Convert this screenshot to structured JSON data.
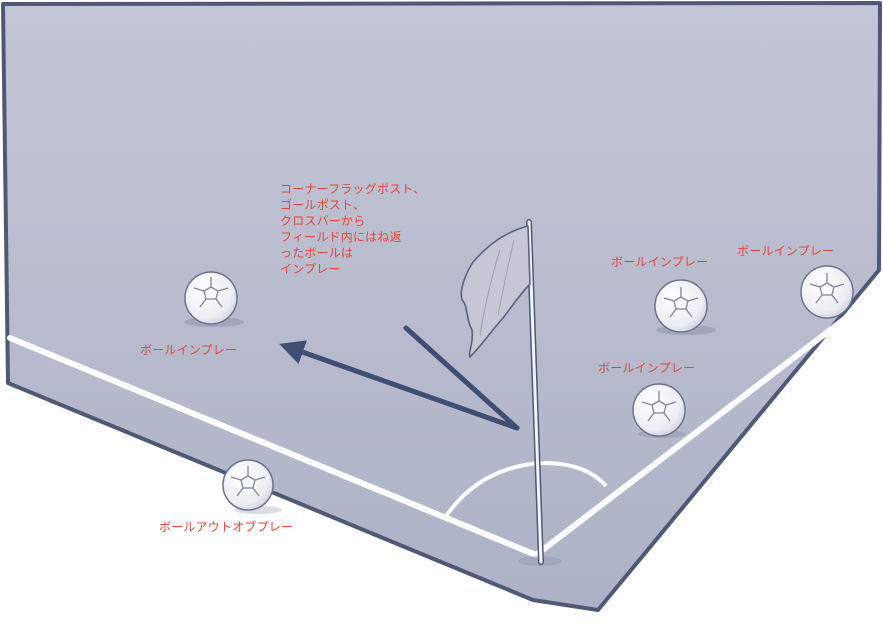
{
  "diagram": {
    "rebound_note": {
      "lines": [
        "コーナーフラッグポスト、",
        "ゴールポスト、",
        "クロスバーから",
        "フィールド内にはね返",
        "ったボールは",
        "インプレー"
      ]
    },
    "ball_labels": {
      "left_in_play": "ボールインプレー",
      "right_upper_in_play": "ボールインプレー",
      "far_right_in_play": "ボールインプレー",
      "right_lower_in_play": "ボールインプレー",
      "out_of_play": "ボールアウトオブプレー"
    },
    "colors": {
      "label": "#e2463a",
      "pitch": "#b9bdcf",
      "pitch_border": "#4f5874",
      "line": "#ffffff",
      "arrow": "#3f4e72",
      "ball": "#f3f4f8",
      "flag": "#c7c9d6"
    },
    "icons": {
      "ball": "soccer-ball-icon",
      "flag": "corner-flag-icon",
      "arrow": "rebound-arrow-icon"
    }
  }
}
